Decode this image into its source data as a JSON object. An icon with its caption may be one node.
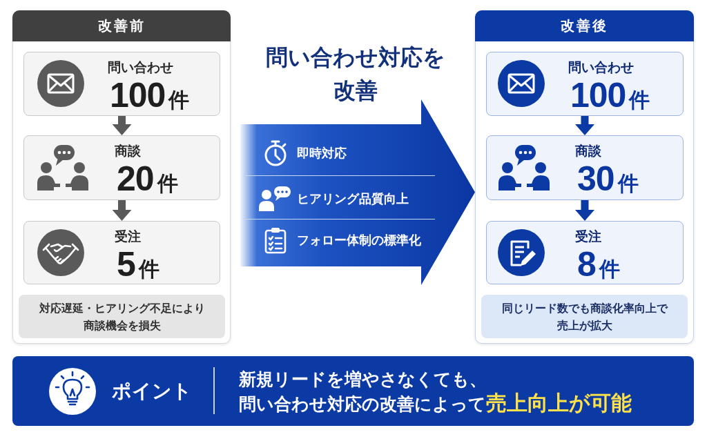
{
  "diagram": {
    "title": "問い合わせ対応を改善",
    "nodes": [
      {
        "text": [
          "改善前"
        ]
      },
      {
        "text": [
          "問い合わせ",
          "100件"
        ],
        "in": 0
      },
      {
        "text": [
          "商談",
          "20件"
        ],
        "in": 0
      },
      {
        "text": [
          "受注",
          "5件"
        ],
        "in": 0
      },
      {
        "text": [
          "対応遅延・ヒアリング不足により商談機会を損失"
        ],
        "in": 0
      },
      {
        "text": [
          "即時対応",
          "ヒアリング品質向上",
          "フォロー体制の標準化"
        ]
      },
      {
        "text": [
          "改善後"
        ]
      },
      {
        "text": [
          "問い合わせ",
          "100件"
        ],
        "in": 6
      },
      {
        "text": [
          "商談",
          "30件"
        ],
        "in": 6
      },
      {
        "text": [
          "受注",
          "8件"
        ],
        "in": 6
      },
      {
        "text": [
          "同じリード数でも商談化率向上で売上が拡大"
        ],
        "in": 6
      },
      {
        "text": [
          "ポイント",
          "新規リードを増やさなくても、問い合わせ対応の改善によって**売上向上が可能**"
        ]
      }
    ],
    "edges": [
      {
        "from": 1,
        "to": 2,
        "arrow": "to",
        "color": "#5a5a5a"
      },
      {
        "from": 2,
        "to": 3,
        "arrow": "to",
        "color": "#5a5a5a"
      },
      {
        "from": 7,
        "to": 8,
        "arrow": "to",
        "color": "#0b3aa4"
      },
      {
        "from": 8,
        "to": 9,
        "arrow": "to",
        "color": "#0b3aa4"
      }
    ]
  }
}
